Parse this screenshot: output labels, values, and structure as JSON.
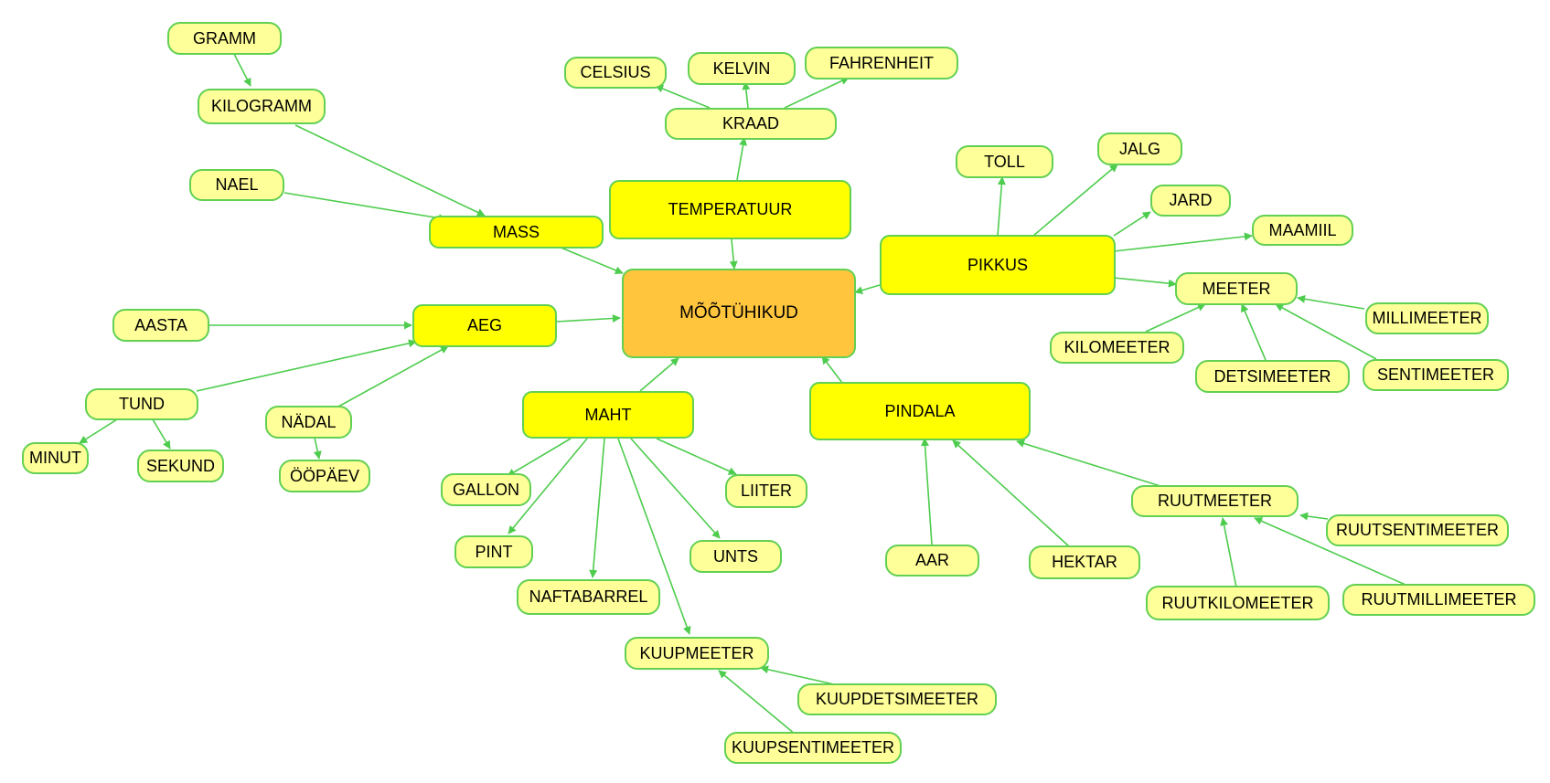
{
  "root": "MÕÕTÜHIKUD",
  "categories": {
    "temperatuur": "TEMPERATUUR",
    "mass": "MASS",
    "aeg": "AEG",
    "pikkus": "PIKKUS",
    "maht": "MAHT",
    "pindala": "PINDALA"
  },
  "units": {
    "gramm": "GRAMM",
    "kilogramm": "KILOGRAMM",
    "nael": "NAEL",
    "celsius": "CELSIUS",
    "kelvin": "KELVIN",
    "fahrenheit": "FAHRENHEIT",
    "kraad": "KRAAD",
    "toll": "TOLL",
    "jalg": "JALG",
    "jard": "JARD",
    "maamiil": "MAAMIIL",
    "meeter": "MEETER",
    "millimeeter": "MILLIMEETER",
    "kilomeeter": "KILOMEETER",
    "detsimeeter": "DETSIMEETER",
    "sentimeeter": "SENTIMEETER",
    "aasta": "AASTA",
    "tund": "TUND",
    "minut": "MINUT",
    "sekund": "SEKUND",
    "nadal": "NÄDAL",
    "oopaev": "ÖÖPÄEV",
    "gallon": "GALLON",
    "liiter": "LIITER",
    "pint": "PINT",
    "unts": "UNTS",
    "naftabarrel": "NAFTABARREL",
    "kuupmeeter": "KUUPMEETER",
    "kuupdetsimeeter": "KUUPDETSIMEETER",
    "kuupsentimeeter": "KUUPSENTIMEETER",
    "aar": "AAR",
    "hektar": "HEKTAR",
    "ruutmeeter": "RUUTMEETER",
    "ruutsentimeeter": "RUUTSENTIMEETER",
    "ruutkilomeeter": "RUUTKILOMEETER",
    "ruutmillimeeter": "RUUTMILLIMEETER"
  },
  "colors": {
    "leaf_fill": "#ffff99",
    "category_fill": "#ffff00",
    "root_fill": "#ffc53d",
    "border": "#62d052",
    "connector": "#4dcc4d"
  }
}
